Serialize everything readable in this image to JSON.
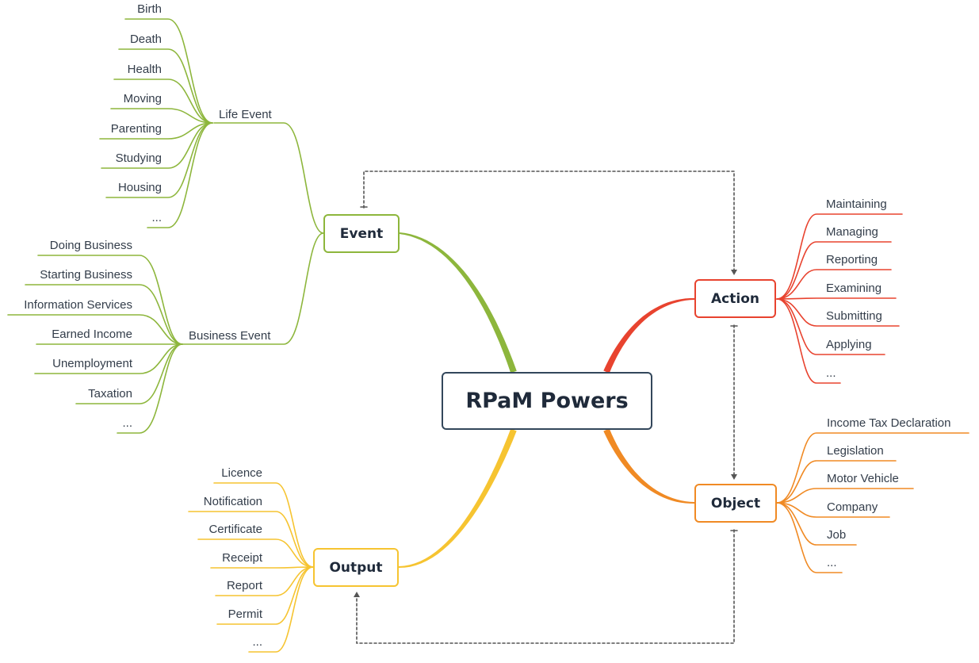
{
  "center": {
    "title": "RPaM Powers"
  },
  "colors": {
    "event": "#8db63c",
    "action": "#e8432f",
    "object": "#f08a24",
    "output": "#f6c431",
    "center_border": "#33475b",
    "link": "#555555"
  },
  "event": {
    "title": "Event",
    "life": {
      "title": "Life Event",
      "items": [
        "Birth",
        "Death",
        "Health",
        "Moving",
        "Parenting",
        "Studying",
        "Housing",
        "..."
      ]
    },
    "business": {
      "title": "Business Event",
      "items": [
        "Doing Business",
        "Starting Business",
        "Information Services",
        "Earned Income",
        "Unemployment",
        "Taxation",
        "..."
      ]
    }
  },
  "action": {
    "title": "Action",
    "items": [
      "Maintaining",
      "Managing",
      "Reporting",
      "Examining",
      "Submitting",
      "Applying",
      "..."
    ]
  },
  "object": {
    "title": "Object",
    "items": [
      "Income Tax Declaration",
      "Legislation",
      "Motor Vehicle",
      "Company",
      "Job",
      "..."
    ]
  },
  "output": {
    "title": "Output",
    "items": [
      "Licence",
      "Notification",
      "Certificate",
      "Receipt",
      "Report",
      "Permit",
      "..."
    ]
  }
}
